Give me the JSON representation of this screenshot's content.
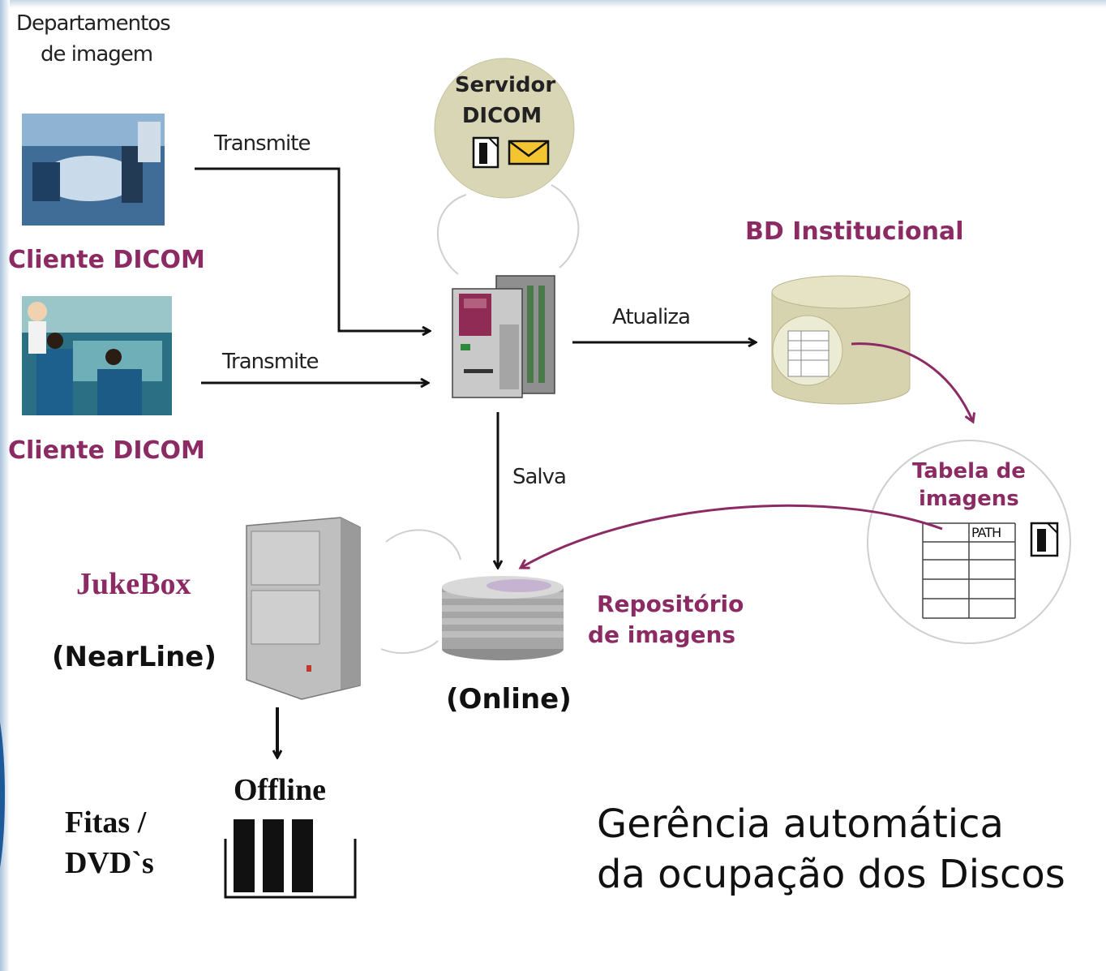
{
  "labels": {
    "departments": "Departamentos",
    "departments_line2": "de imagem",
    "client1": "Cliente DICOM",
    "client2": "Cliente DICOM",
    "transmit1": "Transmite",
    "transmit2": "Transmite",
    "server_line1": "Servidor",
    "server_line2": "DICOM",
    "bd": "BD Institucional",
    "update": "Atualiza",
    "save": "Salva",
    "table_line1": "Tabela de",
    "table_line2": "imagens",
    "path": "PATH",
    "repo_line1": "Repositório",
    "repo_line2": "de imagens",
    "online": "(Online)",
    "jukebox": "JukeBox",
    "nearline": "(NearLine)",
    "offline": "Offline",
    "tapes_line1": "Fitas /",
    "tapes_line2": "DVD`s",
    "caption_line1": "Gerência automática",
    "caption_line2": "da ocupação dos Discos"
  },
  "colors": {
    "accent_purple": "#8c2a63",
    "server_circle": "#d8d6b4",
    "db_fill": "#d6d3ae",
    "arrow": "#111111"
  }
}
